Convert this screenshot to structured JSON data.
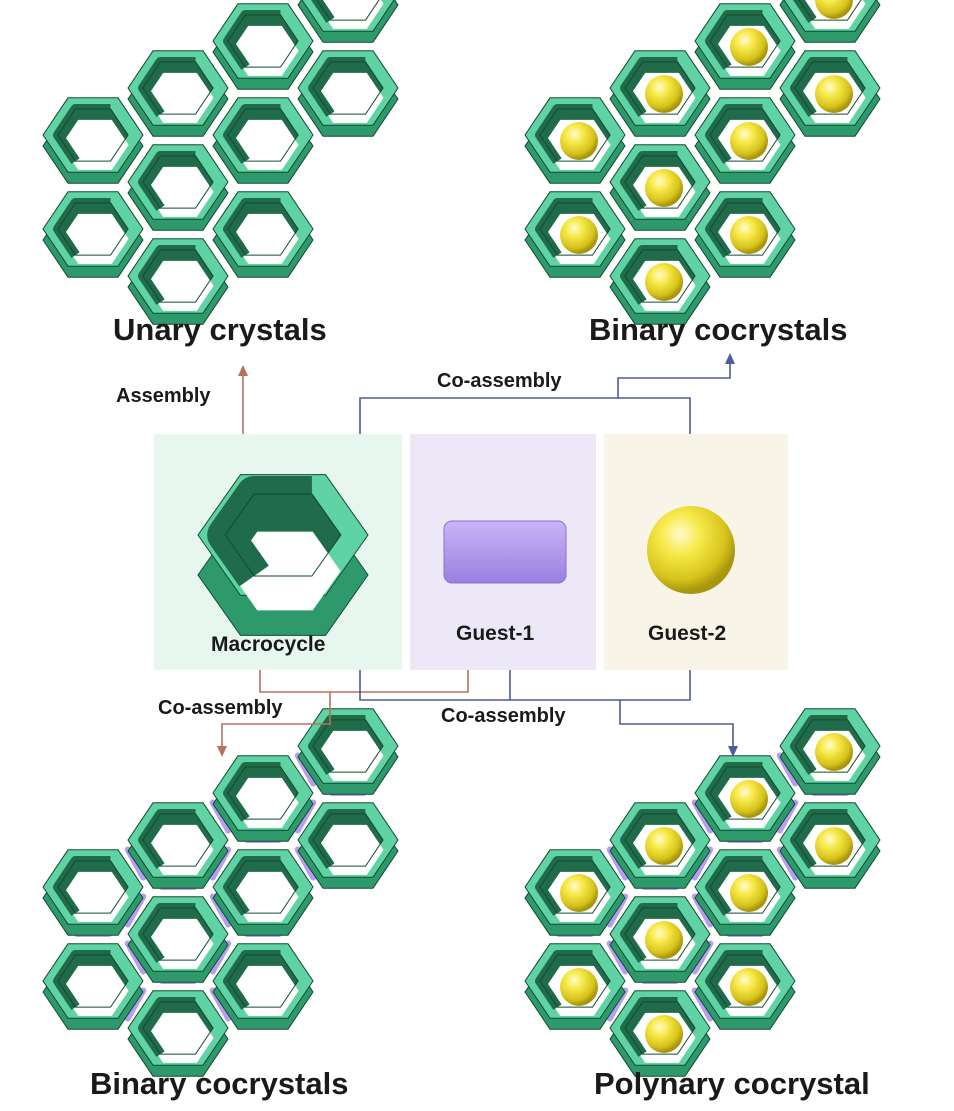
{
  "colors": {
    "ring_top": "#5fd3a3",
    "ring_side": "#2e9a6c",
    "ring_inner": "#1f6b4a",
    "ring_edge": "#134a33",
    "sphere": "#f4e53a",
    "rod": "#b79df0",
    "arrow_red": "#b5735f",
    "arrow_blue": "#4d5c9a",
    "panel_macro": "#e8f6f0",
    "panel_guest1": "#ece8f7",
    "panel_guest2": "#f8f4e8"
  },
  "quadrants": [
    {
      "title": "Unary crystals",
      "guest_sphere": false,
      "guest_rod": false
    },
    {
      "title": "Binary cocrystals",
      "guest_sphere": true,
      "guest_rod": false
    },
    {
      "title": "Binary cocrystals",
      "guest_sphere": false,
      "guest_rod": true
    },
    {
      "title": "Polynary cocrystal",
      "guest_sphere": true,
      "guest_rod": true
    }
  ],
  "components": {
    "macrocycle": "Macrocycle",
    "guest1": "Guest-1",
    "guest2": "Guest-2"
  },
  "arrows": {
    "assembly": "Assembly",
    "coassembly_top": "Co-assembly",
    "coassembly_bottom_left": "Co-assembly",
    "coassembly_bottom_right": "Co-assembly"
  }
}
